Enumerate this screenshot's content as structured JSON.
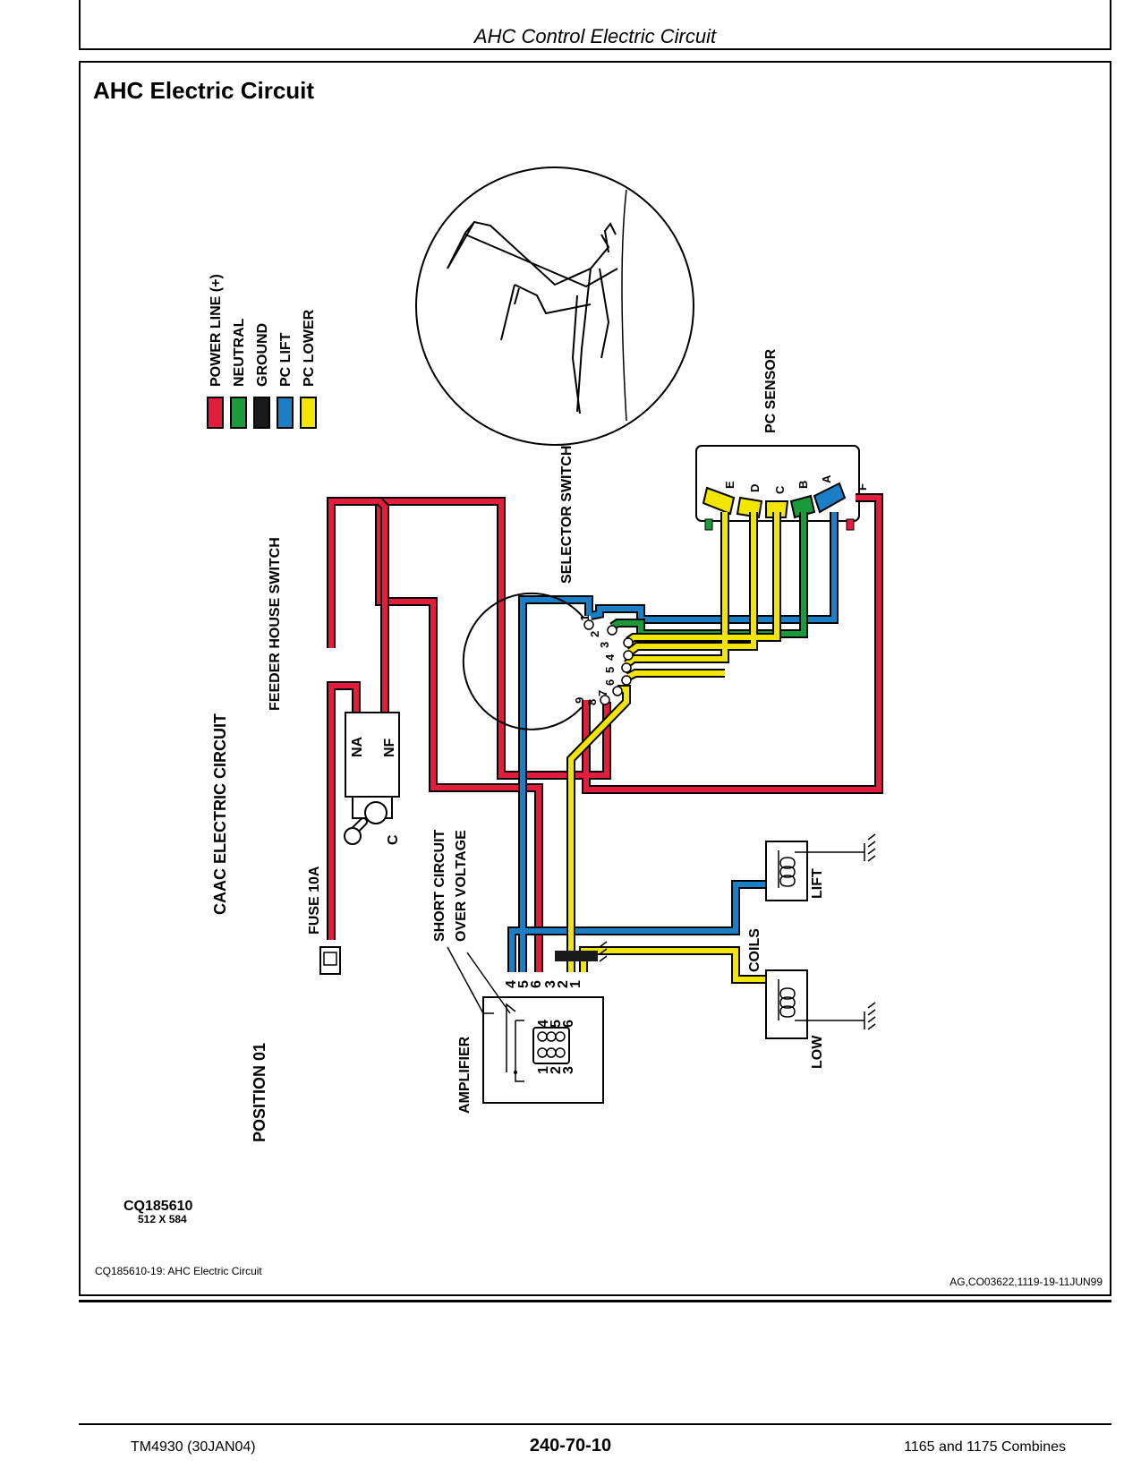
{
  "header": {
    "title": "AHC Control Electric Circuit"
  },
  "section_title": "AHC Electric Circuit",
  "legend": [
    {
      "label": "POWER LINE (+)",
      "color": "#e31e3c"
    },
    {
      "label": "NEUTRAL",
      "color": "#1a9a3a"
    },
    {
      "label": "GROUND",
      "color": "#1a1a1a"
    },
    {
      "label": "PC LIFT",
      "color": "#1b7fc8"
    },
    {
      "label": "PC LOWER",
      "color": "#f2e600"
    }
  ],
  "labels": {
    "pc_sensor": "PC SENSOR",
    "selector_switch": "SELECTOR SWITCH",
    "feeder_house_switch": "FEEDER HOUSE SWITCH",
    "caac": "CAAC ELECTRIC CIRCUIT",
    "fuse": "FUSE 10A",
    "short_circuit": "SHORT CIRCUIT",
    "over_voltage": "OVER VOLTAGE",
    "amplifier": "AMPLIFIER",
    "position": "POSITION 01",
    "coils": "COILS",
    "lift": "LIFT",
    "low": "LOW",
    "na": "NA",
    "nf": "NF",
    "c": "C"
  },
  "sensor_pins": [
    "E",
    "D",
    "C",
    "B",
    "A",
    "F"
  ],
  "selector_pins": [
    "1",
    "2",
    "3",
    "4",
    "5",
    "6",
    "7",
    "8",
    "9"
  ],
  "amp_terminals": [
    "4",
    "5",
    "6",
    "3",
    "2",
    "1"
  ],
  "amp_grid": {
    "row1": "4 5 6",
    "row2": "1 2 3",
    "col_a": "1",
    "col_b": "2",
    "col_c": "3",
    "top_a": "4",
    "top_b": "5",
    "top_c": "6"
  },
  "image_code": "CQ185610",
  "image_size": "512 X 584",
  "caption": "CQ185610-19: AHC Electric Circuit",
  "doc_ref": "AG,CO03622,1119-19-11JUN99",
  "footer": {
    "left": "TM4930 (30JAN04)",
    "center": "240-70-10",
    "right": "1165 and 1175 Combines"
  }
}
